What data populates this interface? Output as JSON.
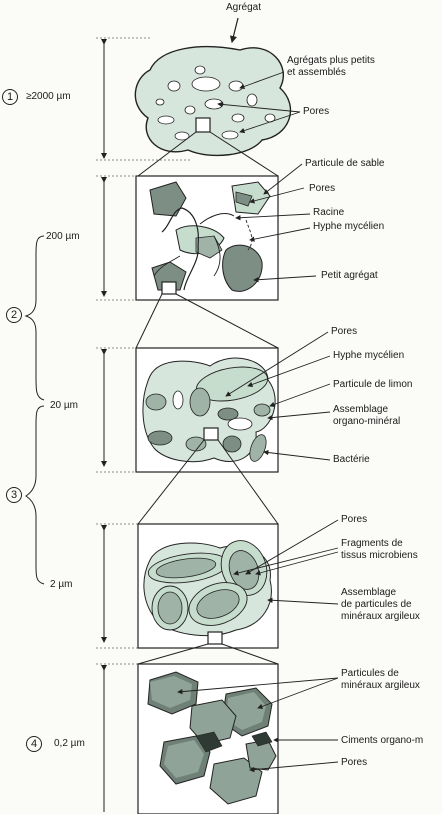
{
  "title": "Agrégat",
  "levels": {
    "l1": {
      "num": "1",
      "scale": "≥2000 µm"
    },
    "l2": {
      "num": "2",
      "scale_top": "200 µm",
      "scale_bottom": "20 µm"
    },
    "l3": {
      "num": "3",
      "scale_bottom": "2 µm"
    },
    "l4": {
      "num": "4",
      "scale": "0,2 µm"
    }
  },
  "labels": {
    "p1_a": "Agrégats plus petits",
    "p1_b": "et assemblés",
    "p1_pores": "Pores",
    "p2_sable": "Particule de sable",
    "p2_pores": "Pores",
    "p2_racine": "Racine",
    "p2_hyphe": "Hyphe mycélien",
    "p2_petit": "Petit agrégat",
    "p3_pores": "Pores",
    "p3_hyphe": "Hyphe mycélien",
    "p3_limon": "Particule de limon",
    "p3_assem_a": "Assemblage",
    "p3_assem_b": "organo-minéral",
    "p3_bact": "Bactérie",
    "p4_pores": "Pores",
    "p4_frag_a": "Fragments de",
    "p4_frag_b": "tissus microbiens",
    "p4_assem_a": "Assemblage",
    "p4_assem_b": "de particules de",
    "p4_assem_c": "minéraux argileux",
    "p5_part_a": "Particules de",
    "p5_part_b": "minéraux argileux",
    "p5_ciments": "Ciments organo-m",
    "p5_pores": "Pores"
  }
}
